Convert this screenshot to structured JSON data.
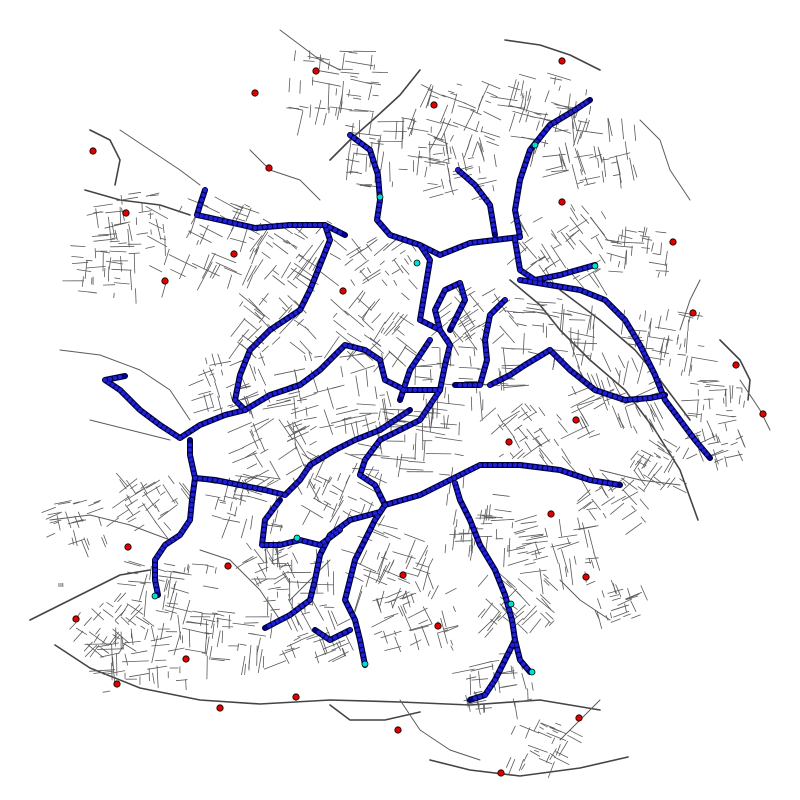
{
  "map": {
    "style": {
      "background": "#ffffff",
      "street_color": "#5a5a5a",
      "major_road_color": "#444444",
      "route_color": "#00008b",
      "route_outline": "#000033",
      "node_color": "#1f1fd6",
      "terminal_color": "#00e0d0",
      "outside_stop_color": "#e00000"
    },
    "scale_label": "ııı",
    "layers": [
      "street-network",
      "transit-routes",
      "route-nodes",
      "terminal-stops",
      "outlying-stops"
    ]
  }
}
